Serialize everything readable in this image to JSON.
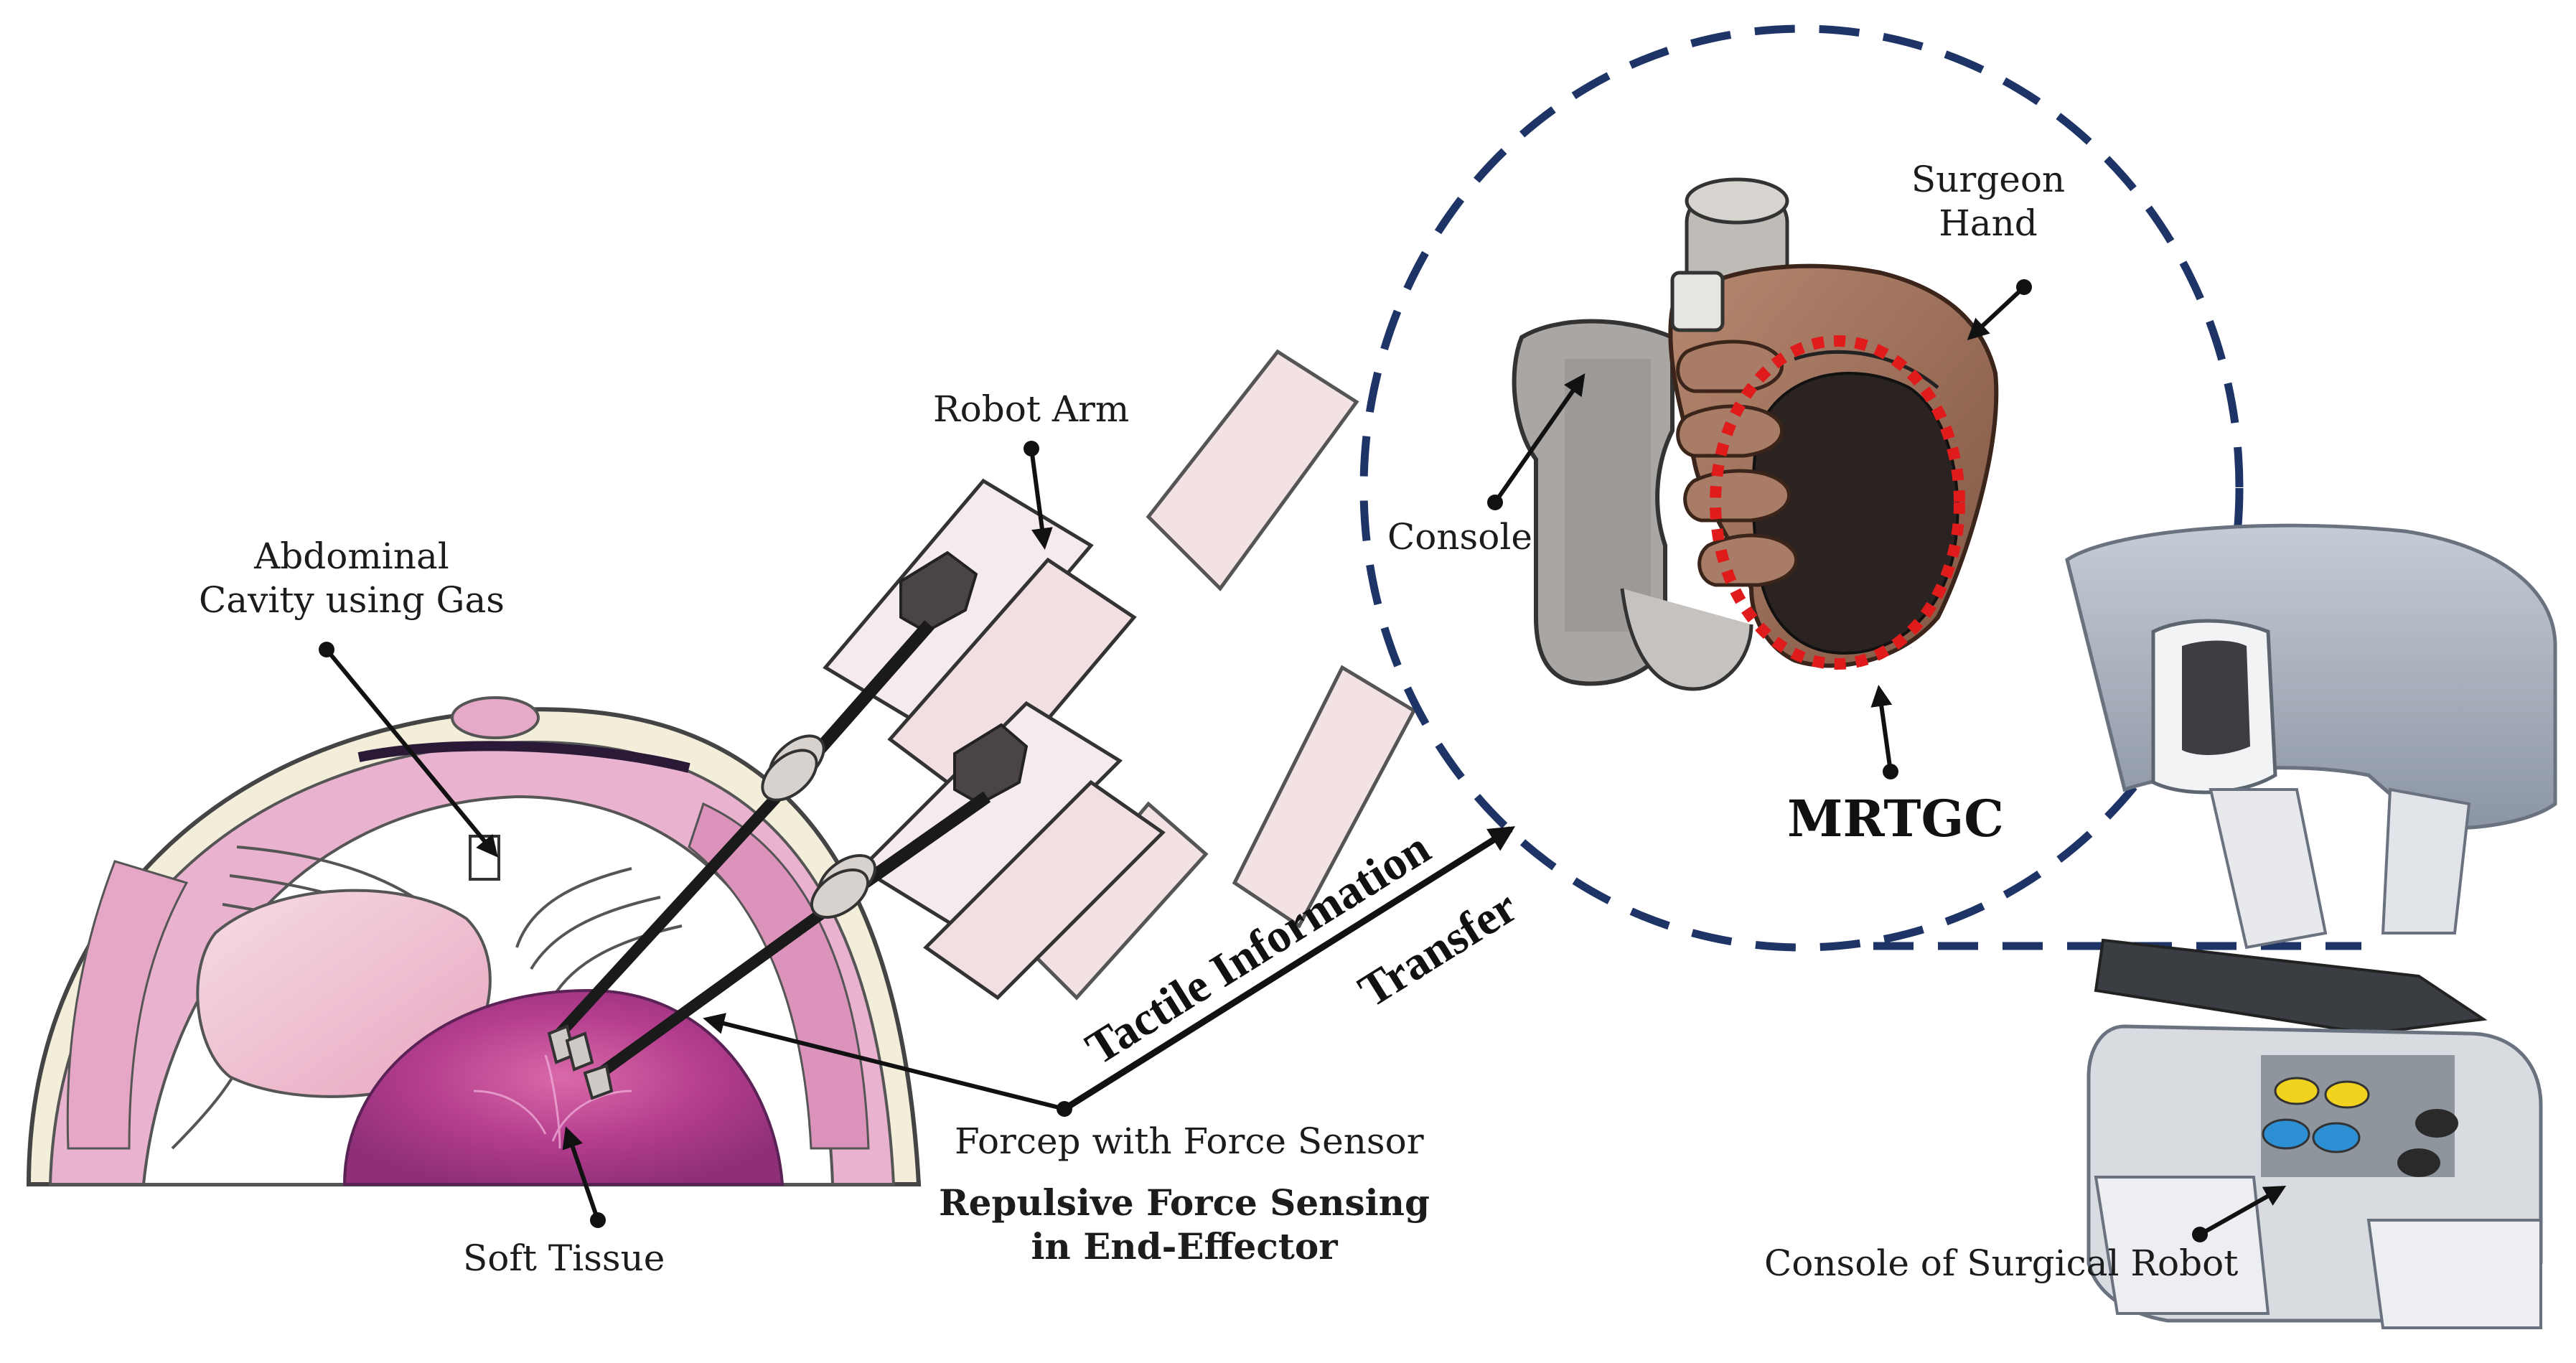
{
  "labels": {
    "robot_arm": "Robot Arm",
    "abdominal_line1": "Abdominal",
    "abdominal_line2": "Cavity using Gas",
    "surgeon_line1": "Surgeon",
    "surgeon_line2": "Hand",
    "console": "Console",
    "mrtgc": "MRTGC",
    "tactile_line1": "Tactile Information",
    "tactile_line2": "Transfer",
    "forcep": "Forcep with Force Sensor",
    "repulsive_line1": "Repulsive Force Sensing",
    "repulsive_line2": "in End-Effector",
    "soft_tissue": "Soft Tissue",
    "console_robot": "Console of Surgical Robot"
  },
  "colors": {
    "dashed_circle": "#1f3466",
    "mrtgc_highlight": "#e01b1b",
    "arrow": "#111111",
    "tissue": "#b83a8a",
    "abdomen_pink": "#e6a9c8"
  }
}
